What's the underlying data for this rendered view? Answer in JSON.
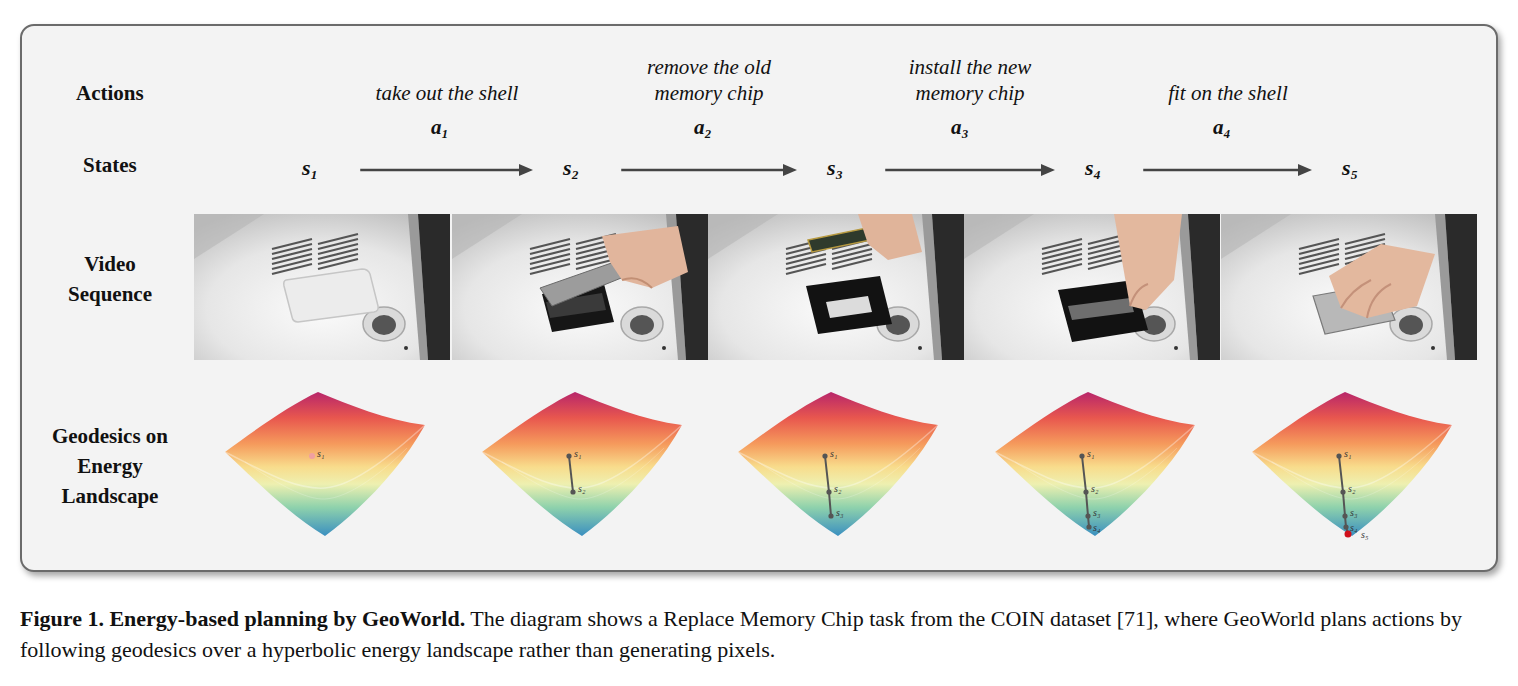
{
  "diagram": {
    "caption": "Figure 1. Energy-based planning by GeoWorld. The diagram shows a Replace Memory Chip task from the COIN dataset [71], where GeoWorld plans actions by following geodesics over a hyperbolic energy landscape rather than generating pixels.",
    "nodes": [
      {
        "text": [
          "s₁"
        ]
      },
      {
        "text": [
          "s₂"
        ]
      },
      {
        "text": [
          "s₃"
        ]
      },
      {
        "text": [
          "s₄"
        ]
      },
      {
        "text": [
          "s₅"
        ]
      }
    ],
    "edges": [
      {
        "from": 0,
        "to": 1,
        "arrow": "to",
        "label": "take out the shell"
      },
      {
        "from": 1,
        "to": 2,
        "arrow": "to",
        "label": "remove the old memory chip"
      },
      {
        "from": 2,
        "to": 3,
        "arrow": "to",
        "label": "install the new memory chip"
      },
      {
        "from": 3,
        "to": 4,
        "arrow": "to",
        "label": "fit on the shell"
      }
    ],
    "labels": [
      "Actions",
      "States",
      "a₁",
      "a₂",
      "a₃",
      "a₄",
      "Video Sequence",
      "Geodesics on Energy Landscape",
      "s₁",
      "s₁",
      "s₂",
      "s₁",
      "s₂",
      "s₃",
      "s₁",
      "s₂",
      "s₃",
      "s₄",
      "s₁",
      "s₂",
      "s₃",
      "s₄",
      "s₅"
    ]
  }
}
